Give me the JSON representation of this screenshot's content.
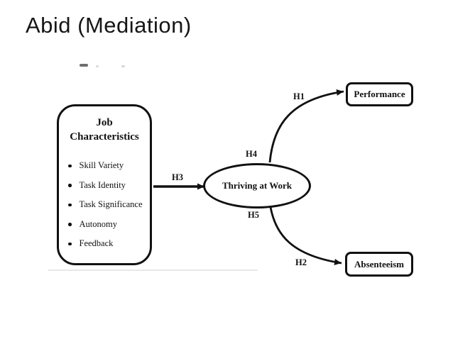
{
  "slide": {
    "title": "Abid (Mediation)"
  },
  "diagram": {
    "job_box": {
      "title_line1": "Job",
      "title_line2": "Characteristics",
      "items": [
        "Skill Variety",
        "Task Identity",
        "Task Significance",
        "Autonomy",
        "Feedback"
      ]
    },
    "mediator_label": "Thriving at Work",
    "performance_label": "Performance",
    "absenteeism_label": "Absenteeism",
    "hypothesis_labels": {
      "h1": "H1",
      "h2": "H2",
      "h3": "H3",
      "h4": "H4",
      "h5": "H5"
    },
    "colors": {
      "ink": "#111111",
      "background": "#ffffff"
    }
  }
}
